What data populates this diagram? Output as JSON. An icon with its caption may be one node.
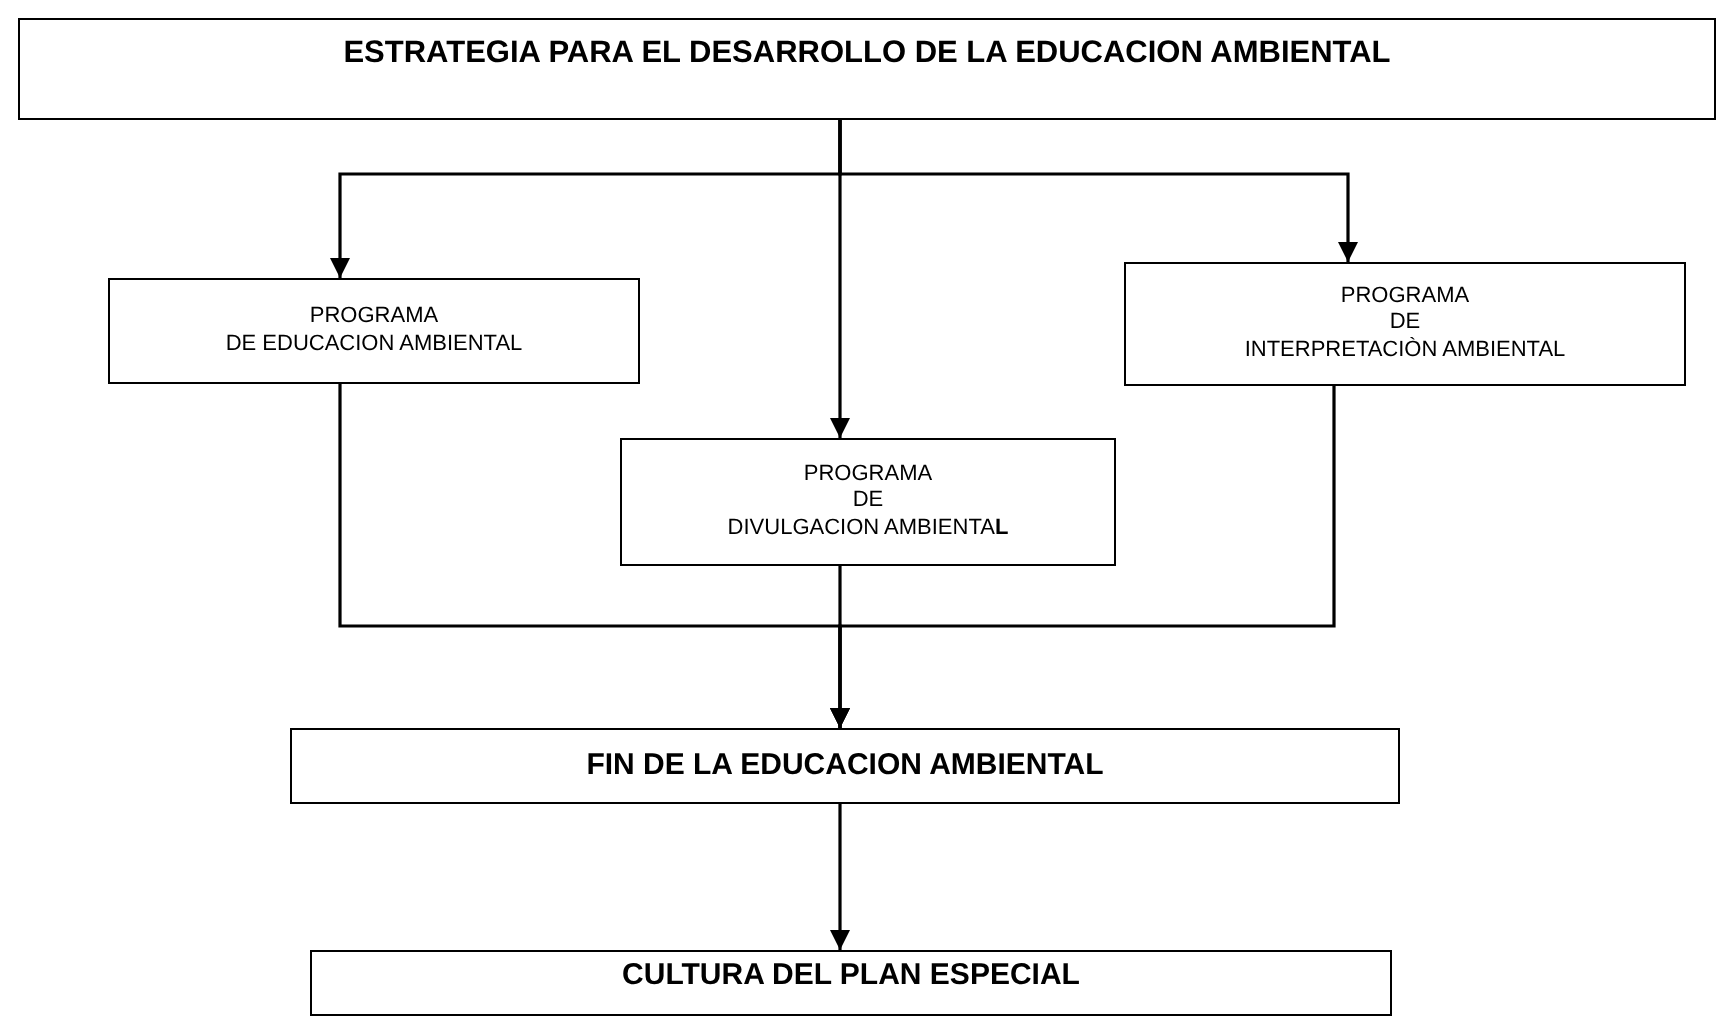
{
  "diagram": {
    "nodes": [
      {
        "text": [
          "ESTRATEGIA PARA EL DESARROLLO DE LA EDUCACION AMBIENTAL"
        ]
      },
      {
        "text": [
          "PROGRAMA DE EDUCACION AMBIENTAL"
        ]
      },
      {
        "text": [
          "PROGRAMA DE DIVULGACION AMBIENTA**L**"
        ]
      },
      {
        "text": [
          "PROGRAMA DE INTERPRETACIÒN AMBIENTAL"
        ]
      },
      {
        "text": [
          "FIN DE LA EDUCACION AMBIENTAL"
        ]
      },
      {
        "text": [
          "CULTURA DEL PLAN ESPECIAL"
        ]
      }
    ],
    "edges": [
      {
        "from": 0,
        "to": 1,
        "arrow": "to"
      },
      {
        "from": 0,
        "to": 2,
        "arrow": "to"
      },
      {
        "from": 0,
        "to": 3,
        "arrow": "to"
      },
      {
        "from": 1,
        "to": 4,
        "arrow": "to"
      },
      {
        "from": 2,
        "to": 4,
        "arrow": "to"
      },
      {
        "from": 3,
        "to": 4,
        "arrow": "to"
      },
      {
        "from": 4,
        "to": 5,
        "arrow": "to"
      }
    ]
  }
}
